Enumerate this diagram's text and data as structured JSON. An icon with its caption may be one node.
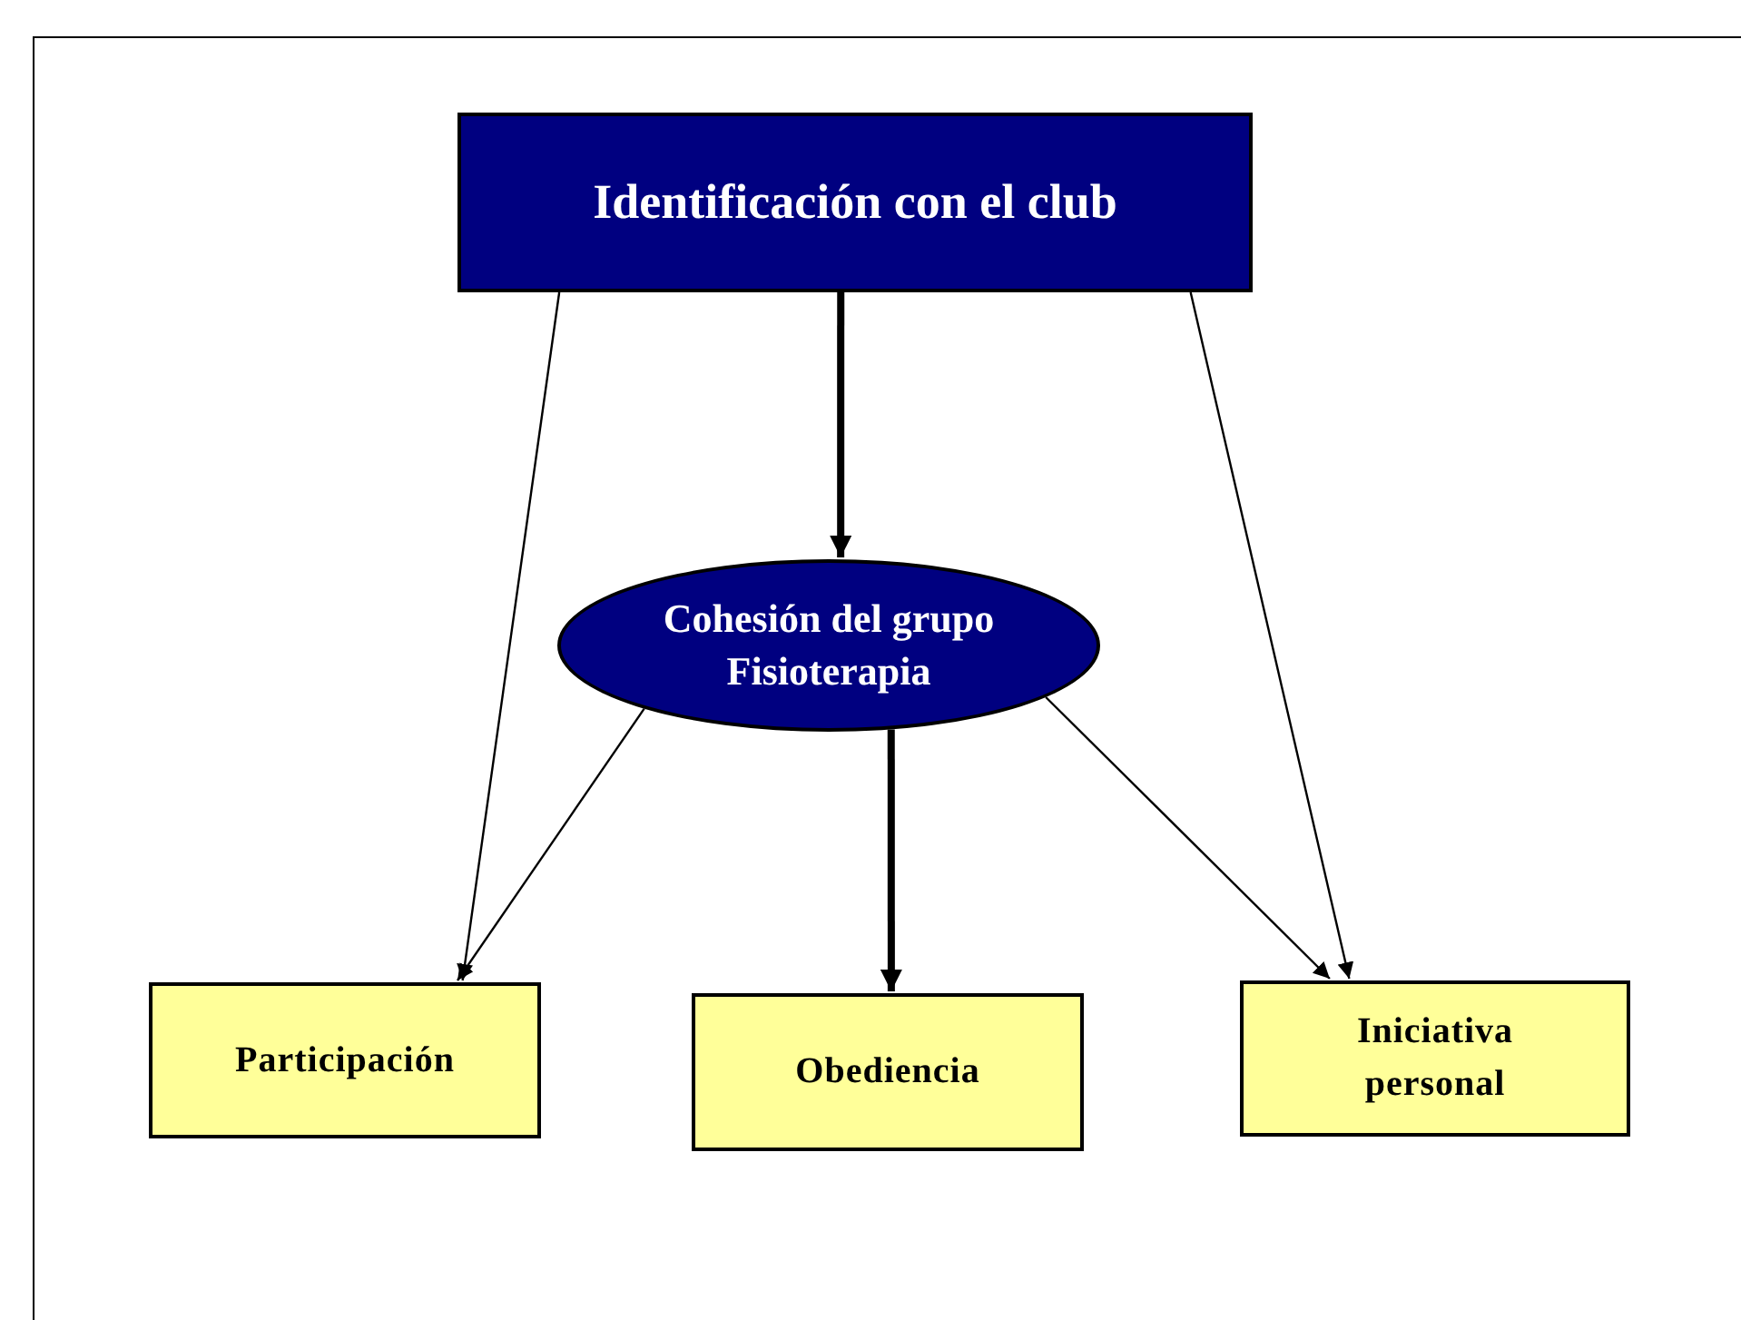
{
  "diagram": {
    "nodes": [
      {
        "text": [
          "Identificación con el club"
        ]
      },
      {
        "text": [
          "Cohesión del grupo Fisioterapia"
        ]
      },
      {
        "text": [
          "Participación"
        ]
      },
      {
        "text": [
          "Obediencia"
        ]
      },
      {
        "text": [
          "Iniciativa personal"
        ]
      }
    ],
    "edges": [
      {
        "from": 0,
        "to": 2,
        "arrow": "to"
      },
      {
        "from": 0,
        "to": 1,
        "arrow": "to",
        "style": "thick"
      },
      {
        "from": 0,
        "to": 4,
        "arrow": "to"
      },
      {
        "from": 1,
        "to": 2,
        "arrow": "to"
      },
      {
        "from": 1,
        "to": 3,
        "arrow": "to",
        "style": "thick"
      },
      {
        "from": 1,
        "to": 4,
        "arrow": "to"
      }
    ]
  }
}
